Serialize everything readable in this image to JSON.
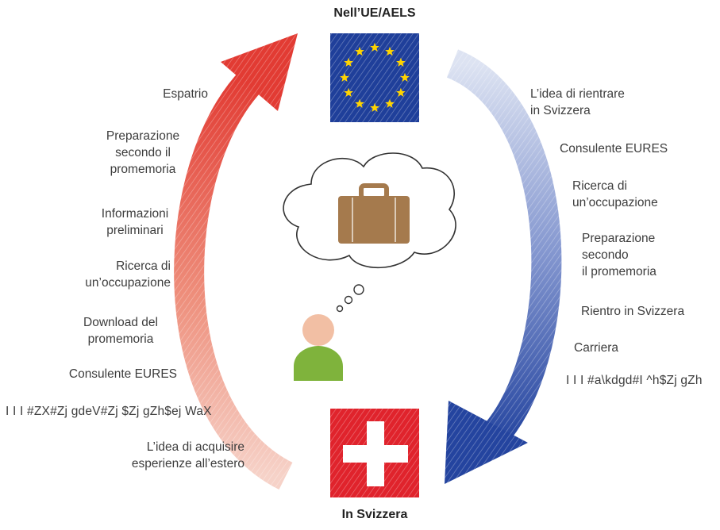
{
  "titles": {
    "top": "Nell’UE/AELS",
    "bottom": "In Svizzera"
  },
  "left_steps": [
    "Espatrio",
    "Preparazione\nsecondo il\npromemoria",
    "Informazioni\npreliminari",
    "Ricerca di\nun’occupazione",
    "Download del\npromemoria",
    "Consulente EURES",
    "I I I #ZX#Zj gdeV#Zj $Zj gZh$ej WaX",
    "L’idea di acquisire\nesperienze all’estero"
  ],
  "right_steps": [
    "L’idea di rientrare\nin Svizzera",
    "Consulente EURES",
    "Ricerca di\nun’occupazione",
    "Preparazione\nsecondo\nil promemoria",
    "Rientro in Svizzera",
    "Carriera",
    "I I I #a\\kdgd#I  ^h$Zj gZh"
  ],
  "icons": {
    "top_flag": "eu-flag-icon",
    "bottom_flag": "swiss-flag-icon",
    "center": "thought-cloud-suitcase-icon",
    "person": "person-icon"
  },
  "colors": {
    "left_arrow": "#e23b33",
    "left_arrow_fade": "#f6d2c8",
    "right_arrow": "#2e4fa6",
    "right_arrow_fade": "#d4dcef",
    "eu_blue": "#1f3f9a",
    "eu_star": "#ffd400",
    "swiss_red": "#e0232c",
    "suitcase": "#a57a4d",
    "person_head": "#f2bfa4",
    "person_body": "#7fb33c"
  }
}
